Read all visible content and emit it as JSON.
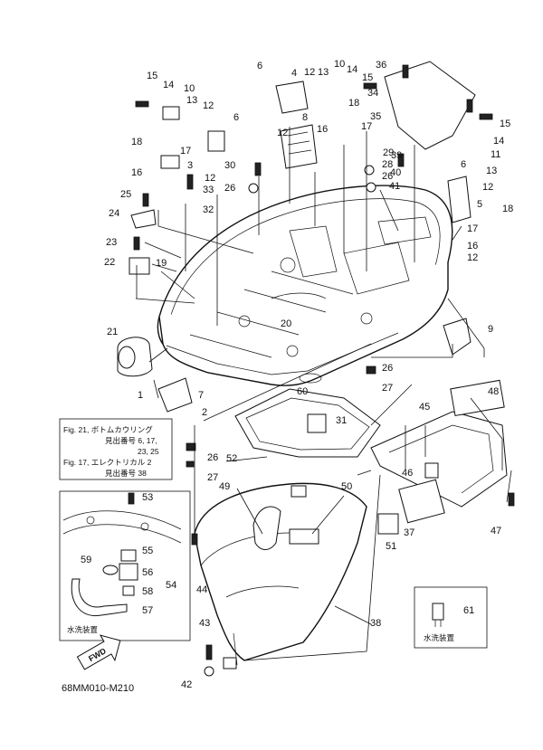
{
  "diagram": {
    "callouts": [
      {
        "id": "c15a",
        "text": "15"
      },
      {
        "id": "c14a",
        "text": "14"
      },
      {
        "id": "c10a",
        "text": "10"
      },
      {
        "id": "c13a",
        "text": "13"
      },
      {
        "id": "c12a",
        "text": "12"
      },
      {
        "id": "c6a",
        "text": "6"
      },
      {
        "id": "c18a",
        "text": "18"
      },
      {
        "id": "c17a",
        "text": "17"
      },
      {
        "id": "c3",
        "text": "3"
      },
      {
        "id": "c16a",
        "text": "16"
      },
      {
        "id": "c12b",
        "text": "12"
      },
      {
        "id": "c33",
        "text": "33"
      },
      {
        "id": "c30",
        "text": "30"
      },
      {
        "id": "c26a",
        "text": "26"
      },
      {
        "id": "c25",
        "text": "25"
      },
      {
        "id": "c32",
        "text": "32"
      },
      {
        "id": "c24",
        "text": "24"
      },
      {
        "id": "c23",
        "text": "23"
      },
      {
        "id": "c22",
        "text": "22"
      },
      {
        "id": "c19",
        "text": "19"
      },
      {
        "id": "c6b",
        "text": "6"
      },
      {
        "id": "c4",
        "text": "4"
      },
      {
        "id": "c12c",
        "text": "12"
      },
      {
        "id": "c13b",
        "text": "13"
      },
      {
        "id": "c10b",
        "text": "10"
      },
      {
        "id": "c14b",
        "text": "14"
      },
      {
        "id": "c15b",
        "text": "15"
      },
      {
        "id": "c36",
        "text": "36"
      },
      {
        "id": "c34",
        "text": "34"
      },
      {
        "id": "c18b",
        "text": "18"
      },
      {
        "id": "c12d",
        "text": "12"
      },
      {
        "id": "c8",
        "text": "8"
      },
      {
        "id": "c35",
        "text": "35"
      },
      {
        "id": "c16b",
        "text": "16"
      },
      {
        "id": "c17b",
        "text": "17"
      },
      {
        "id": "c15c",
        "text": "15"
      },
      {
        "id": "c14c",
        "text": "14"
      },
      {
        "id": "c11",
        "text": "11"
      },
      {
        "id": "c29",
        "text": "29"
      },
      {
        "id": "c39",
        "text": "39"
      },
      {
        "id": "c28",
        "text": "28"
      },
      {
        "id": "c40",
        "text": "40"
      },
      {
        "id": "c26b",
        "text": "26"
      },
      {
        "id": "c41",
        "text": "41"
      },
      {
        "id": "c6c",
        "text": "6"
      },
      {
        "id": "c13c",
        "text": "13"
      },
      {
        "id": "c12e",
        "text": "12"
      },
      {
        "id": "c5",
        "text": "5"
      },
      {
        "id": "c18c",
        "text": "18"
      },
      {
        "id": "c17c",
        "text": "17"
      },
      {
        "id": "c16c",
        "text": "16"
      },
      {
        "id": "c12f",
        "text": "12"
      },
      {
        "id": "c20",
        "text": "20"
      },
      {
        "id": "c9",
        "text": "9"
      },
      {
        "id": "c21",
        "text": "21"
      },
      {
        "id": "c26c",
        "text": "26"
      },
      {
        "id": "c27a",
        "text": "27"
      },
      {
        "id": "c1",
        "text": "1"
      },
      {
        "id": "c7",
        "text": "7"
      },
      {
        "id": "c2",
        "text": "2"
      },
      {
        "id": "c60",
        "text": "60"
      },
      {
        "id": "c31",
        "text": "31"
      },
      {
        "id": "c48",
        "text": "48"
      },
      {
        "id": "c45",
        "text": "45"
      },
      {
        "id": "c26d",
        "text": "26"
      },
      {
        "id": "c52",
        "text": "52"
      },
      {
        "id": "c27b",
        "text": "27"
      },
      {
        "id": "c46",
        "text": "46"
      },
      {
        "id": "c53",
        "text": "53"
      },
      {
        "id": "c49",
        "text": "49"
      },
      {
        "id": "c50",
        "text": "50"
      },
      {
        "id": "c37",
        "text": "37"
      },
      {
        "id": "c51",
        "text": "51"
      },
      {
        "id": "c47",
        "text": "47"
      },
      {
        "id": "c55",
        "text": "55"
      },
      {
        "id": "c59",
        "text": "59"
      },
      {
        "id": "c56",
        "text": "56"
      },
      {
        "id": "c54",
        "text": "54"
      },
      {
        "id": "c58",
        "text": "58"
      },
      {
        "id": "c57",
        "text": "57"
      },
      {
        "id": "c44",
        "text": "44"
      },
      {
        "id": "c61",
        "text": "61"
      },
      {
        "id": "c38",
        "text": "38"
      },
      {
        "id": "c43",
        "text": "43"
      },
      {
        "id": "c42",
        "text": "42"
      }
    ],
    "note": {
      "line1": "Fig. 21, ボトムカウリング",
      "line2": "見出番号 6, 17,",
      "line3": "23, 25",
      "line4": "Fig. 17, エレクトリカル 2",
      "line5": "見出番号 38"
    },
    "inset_flush_label": "水洗装置",
    "inset_small_label": "水洗装置",
    "fwd_label": "FWD",
    "drawing_code": "68MM010-M210"
  }
}
